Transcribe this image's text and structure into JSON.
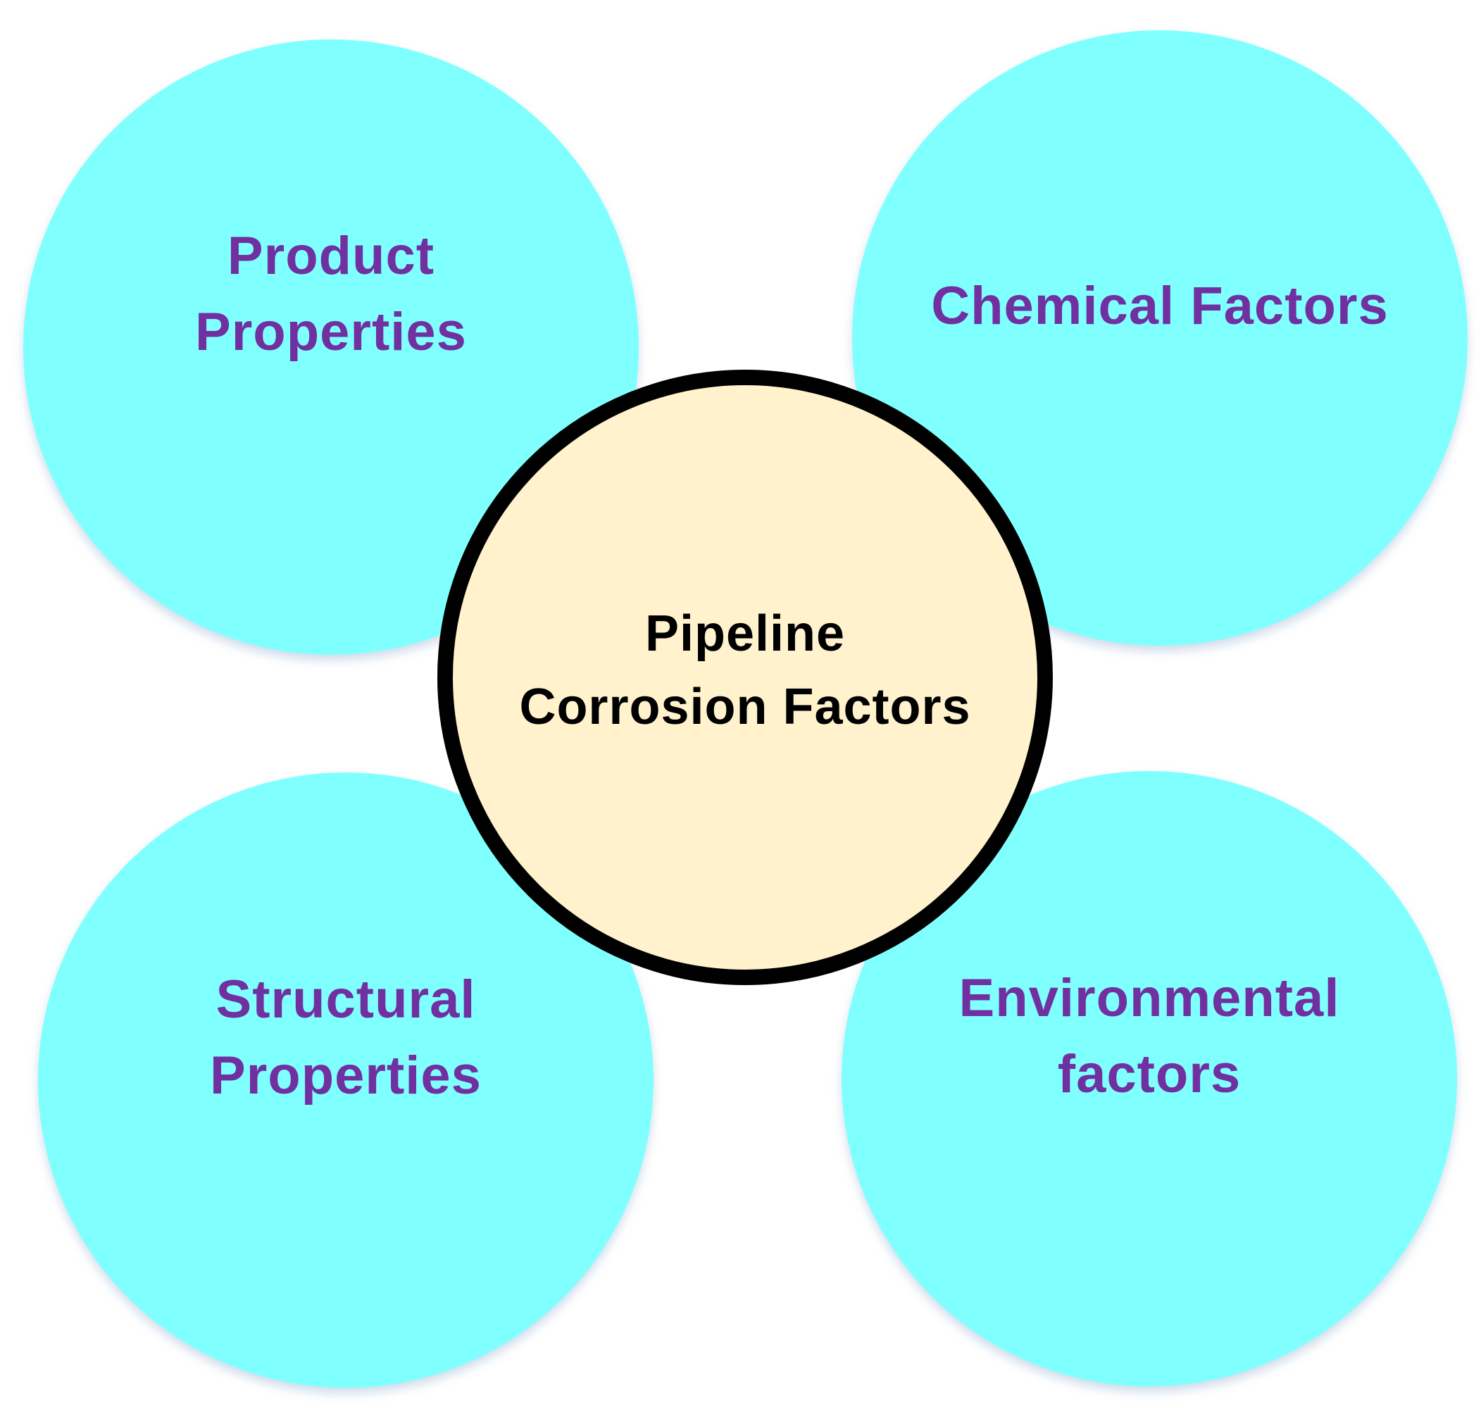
{
  "diagram": {
    "center": {
      "label": "Pipeline\nCorrosion Factors",
      "fill": "#fff2cc",
      "stroke": "#000000",
      "text_color": "#000000"
    },
    "factors": [
      {
        "label": "Product\nProperties"
      },
      {
        "label": "Chemical Factors"
      },
      {
        "label": "Structural\nProperties"
      },
      {
        "label": "Environmental\nfactors"
      }
    ],
    "factor_fill": "#80ffff",
    "factor_text_color": "#7030a0"
  }
}
